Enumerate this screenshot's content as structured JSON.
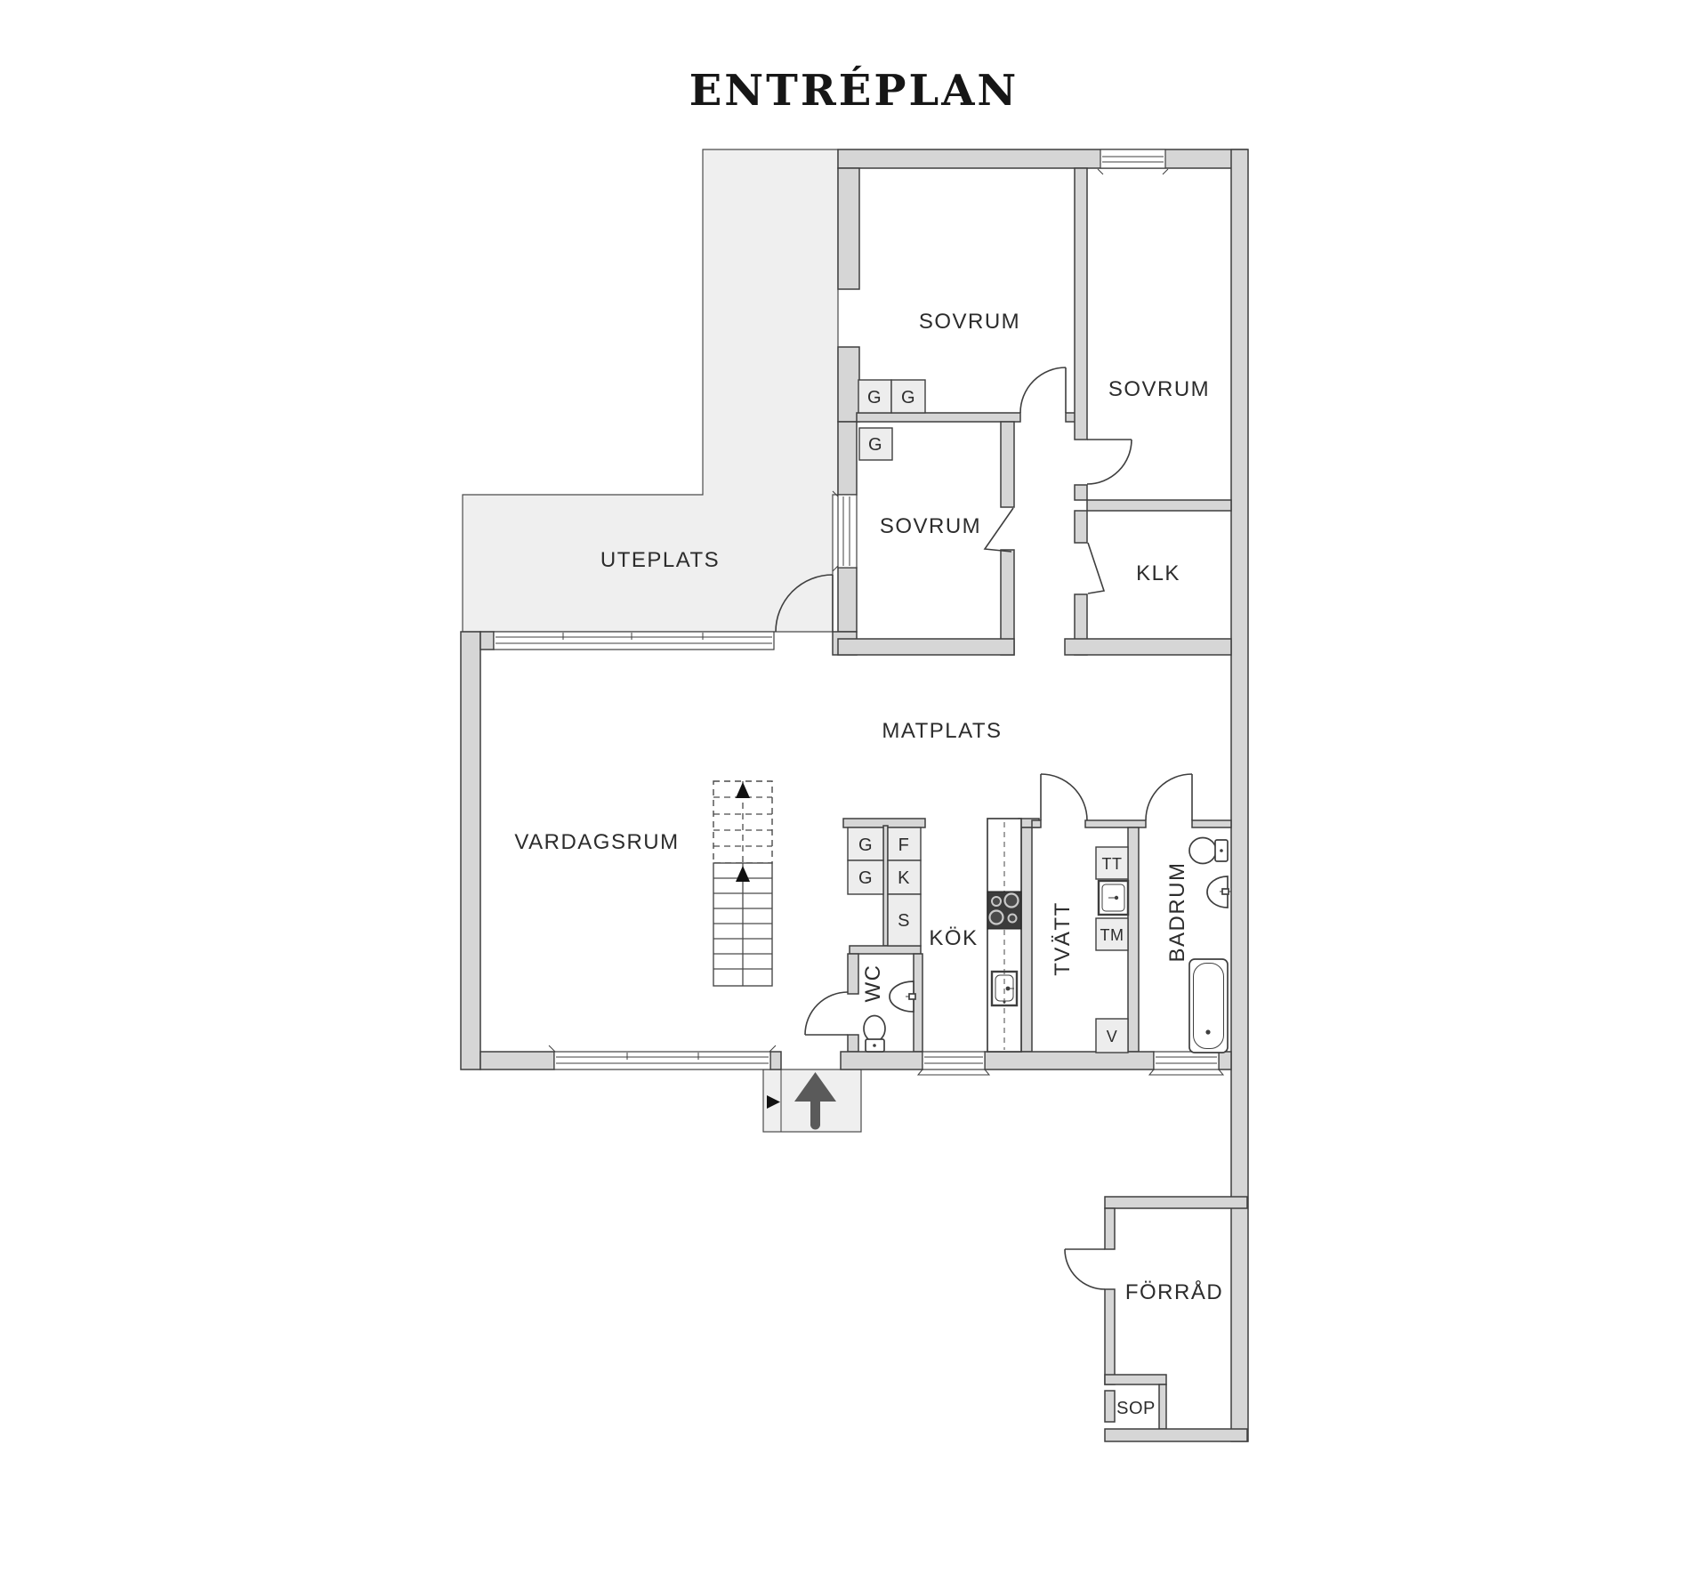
{
  "title": "ENTRÉPLAN",
  "rooms": {
    "sovrum_1": "SOVRUM",
    "sovrum_2": "SOVRUM",
    "sovrum_3": "SOVRUM",
    "klk": "KLK",
    "uteplats": "UTEPLATS",
    "matplats": "MATPLATS",
    "vardagsrum": "VARDAGSRUM",
    "kok": "KÖK",
    "wc": "WC",
    "tvatt": "TVÄTT",
    "badrum": "BADRUM",
    "forrad": "FÖRRÅD",
    "sop": "SOP"
  },
  "closets": {
    "g": "G",
    "f": "F",
    "k": "K",
    "s": "S"
  },
  "appliances": {
    "tt": "TT",
    "tm": "TM",
    "v": "V"
  },
  "colors": {
    "wall_fill": "#d6d6d6",
    "wall_stroke": "#3f3f3f",
    "exterior_fill": "#efefef",
    "line": "#3f3f3f",
    "box_fill": "#ededed",
    "text": "#2c2c2c",
    "stove_dark": "#3c3c3c",
    "arrow_gray": "#5a5a5a"
  }
}
